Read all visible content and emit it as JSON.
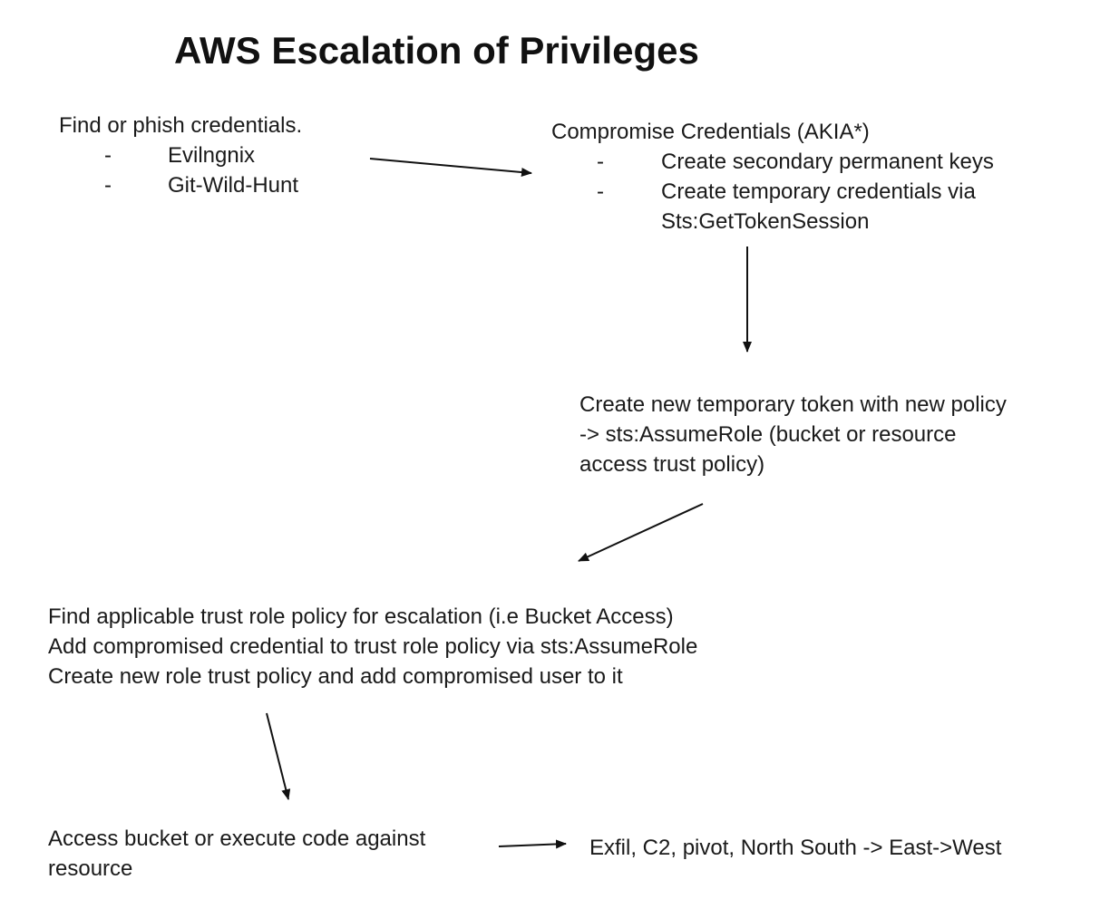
{
  "title": "AWS Escalation of Privileges",
  "nodes": {
    "find_credentials": {
      "heading": "Find or phish credentials.",
      "items": [
        "Evilngnix",
        "Git-Wild-Hunt"
      ]
    },
    "compromise_credentials": {
      "heading": "Compromise Credentials (AKIA*)",
      "items": [
        "Create secondary permanent keys",
        "Create temporary credentials  via",
        "Sts:GetTokenSession"
      ]
    },
    "temporary_token": {
      "lines": [
        "Create new temporary token with new policy",
        "-> sts:AssumeRole (bucket or resource",
        "access trust policy)"
      ]
    },
    "trust_role_policy": {
      "lines": [
        "Find applicable trust role policy for escalation (i.e Bucket Access)",
        "Add compromised credential to trust role policy via sts:AssumeRole",
        "Create new role trust policy and add compromised user to it"
      ]
    },
    "access_bucket": {
      "lines": [
        "Access bucket or execute code against",
        "resource"
      ]
    },
    "exfil": {
      "text": "Exfil, C2, pivot, North South -> East->West"
    }
  },
  "bullet_marker": "-",
  "colors": {
    "text": "#1a1a1a",
    "arrow": "#111111",
    "background": "#ffffff"
  }
}
